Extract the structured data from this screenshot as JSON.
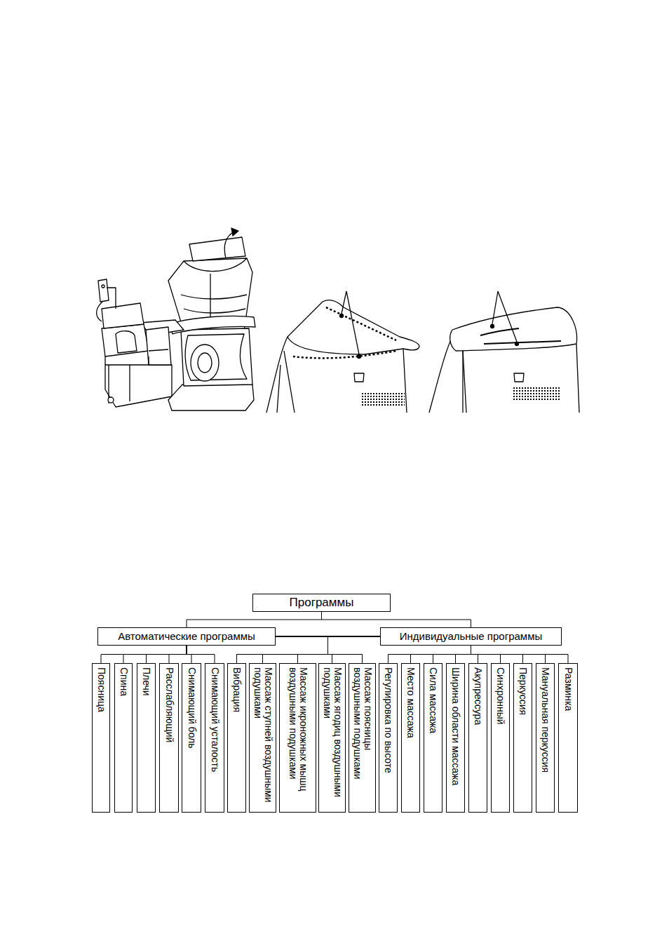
{
  "diagram": {
    "nodes": [
      {
        "text": [
          "Программы"
        ]
      },
      {
        "text": [
          "Автоматические программы"
        ]
      },
      {
        "text": [
          "Индивидуальные программы"
        ]
      },
      {
        "text": [
          "Поясница"
        ]
      },
      {
        "text": [
          "Спина"
        ]
      },
      {
        "text": [
          "Плечи"
        ]
      },
      {
        "text": [
          "Расслабляющий"
        ]
      },
      {
        "text": [
          "Снимающий боль"
        ]
      },
      {
        "text": [
          "Снимающий усталость"
        ]
      },
      {
        "text": [
          "Вибрация"
        ]
      },
      {
        "text": [
          "Массаж ступней воздушными подушками"
        ]
      },
      {
        "text": [
          "Массаж икроножных мышц воздушными подушками"
        ]
      },
      {
        "text": [
          "Массаж ягодиц воздушными подушками"
        ]
      },
      {
        "text": [
          "Массаж поясницы воздушными подушками"
        ]
      },
      {
        "text": [
          "Регулировка по высоте"
        ]
      },
      {
        "text": [
          "Место массажа"
        ]
      },
      {
        "text": [
          "Сила массажа"
        ]
      },
      {
        "text": [
          "Ширина области массажа"
        ]
      },
      {
        "text": [
          "Акупрессура"
        ]
      },
      {
        "text": [
          "Синхронный"
        ]
      },
      {
        "text": [
          "Перкуссия"
        ]
      },
      {
        "text": [
          "Мануальная перкуссия"
        ]
      },
      {
        "text": [
          "Разминка"
        ]
      }
    ],
    "edges": [
      {
        "from": 0,
        "to": 1,
        "arrow": "none"
      },
      {
        "from": 0,
        "to": 2,
        "arrow": "none"
      },
      {
        "from": 1,
        "to": 3,
        "arrow": "none"
      },
      {
        "from": 1,
        "to": 4,
        "arrow": "none"
      },
      {
        "from": 1,
        "to": 5,
        "arrow": "none"
      },
      {
        "from": 1,
        "to": 6,
        "arrow": "none"
      },
      {
        "from": 1,
        "to": 7,
        "arrow": "none"
      },
      {
        "from": 1,
        "to": 8,
        "arrow": "none"
      },
      {
        "from": 1,
        "to": 9,
        "arrow": "none"
      },
      {
        "from": 2,
        "to": 9,
        "arrow": "none"
      },
      {
        "from": 1,
        "to": 10,
        "arrow": "none"
      },
      {
        "from": 2,
        "to": 10,
        "arrow": "none"
      },
      {
        "from": 1,
        "to": 11,
        "arrow": "none"
      },
      {
        "from": 2,
        "to": 11,
        "arrow": "none"
      },
      {
        "from": 1,
        "to": 12,
        "arrow": "none"
      },
      {
        "from": 2,
        "to": 12,
        "arrow": "none"
      },
      {
        "from": 1,
        "to": 13,
        "arrow": "none"
      },
      {
        "from": 2,
        "to": 13,
        "arrow": "none"
      },
      {
        "from": 2,
        "to": 14,
        "arrow": "none"
      },
      {
        "from": 2,
        "to": 15,
        "arrow": "none"
      },
      {
        "from": 2,
        "to": 16,
        "arrow": "none"
      },
      {
        "from": 2,
        "to": 17,
        "arrow": "none"
      },
      {
        "from": 2,
        "to": 18,
        "arrow": "none"
      },
      {
        "from": 2,
        "to": 19,
        "arrow": "none"
      },
      {
        "from": 2,
        "to": 20,
        "arrow": "none"
      },
      {
        "from": 2,
        "to": 21,
        "arrow": "none"
      },
      {
        "from": 2,
        "to": 22,
        "arrow": "none"
      }
    ]
  }
}
